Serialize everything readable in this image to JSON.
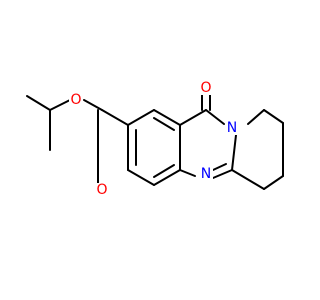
{
  "molecule": {
    "atom_labels": {
      "ketone_oxygen": "O",
      "ring_nitrogen": "N",
      "imine_nitrogen": "N",
      "ester_ether_oxygen": "O",
      "ester_carbonyl_oxygen": "O"
    },
    "colors": {
      "bond": "#000000",
      "oxygen": "#ff0000",
      "nitrogen": "#0000ff"
    }
  }
}
